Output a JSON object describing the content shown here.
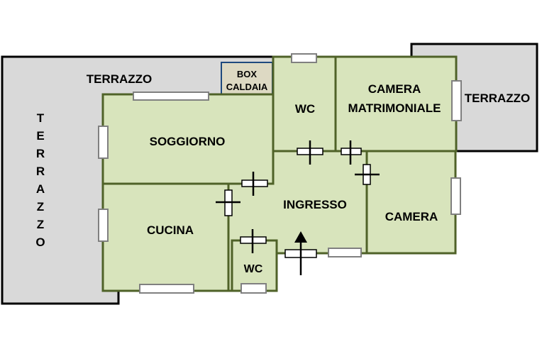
{
  "labels": {
    "terrazzo_top": "TERRAZZO",
    "terrazzo_left": "TERRAZZO",
    "terrazzo_right": "TERRAZZO",
    "box_caldaia_1": "BOX",
    "box_caldaia_2": "CALDAIA",
    "wc_top": "WC",
    "camera_matrimoniale_1": "CAMERA",
    "camera_matrimoniale_2": "MATRIMONIALE",
    "soggiorno": "SOGGIORNO",
    "ingresso": "INGRESSO",
    "cucina": "CUCINA",
    "camera": "CAMERA",
    "wc_bottom": "WC"
  },
  "colors": {
    "room_fill": "#d8e4bc",
    "room_wall": "#4f6228",
    "terrace_fill": "#d9d9d9",
    "box_fill": "#ddd9c3"
  }
}
